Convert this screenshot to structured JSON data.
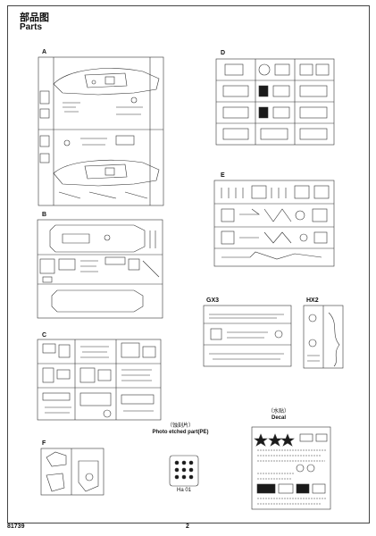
{
  "header": {
    "title_cn": "部品图",
    "title_en": "Parts"
  },
  "sprues": [
    {
      "letter": "A"
    },
    {
      "letter": "B"
    },
    {
      "letter": "C"
    },
    {
      "letter": "D"
    },
    {
      "letter": "E"
    },
    {
      "letter": "F"
    },
    {
      "letter": "GX3"
    },
    {
      "letter": "HX2"
    }
  ],
  "pe": {
    "caption_cn": "（蚀刻片）",
    "caption_en": "Photo etched part(PE)",
    "code": "Ha 01"
  },
  "decal": {
    "caption_cn": "（水贴）",
    "caption_en": "Decal"
  },
  "footer": {
    "kit_number": "81739",
    "page_number": "2"
  },
  "colors": {
    "line": "#333333",
    "background": "#ffffff",
    "fill": "#1a1a1a"
  }
}
